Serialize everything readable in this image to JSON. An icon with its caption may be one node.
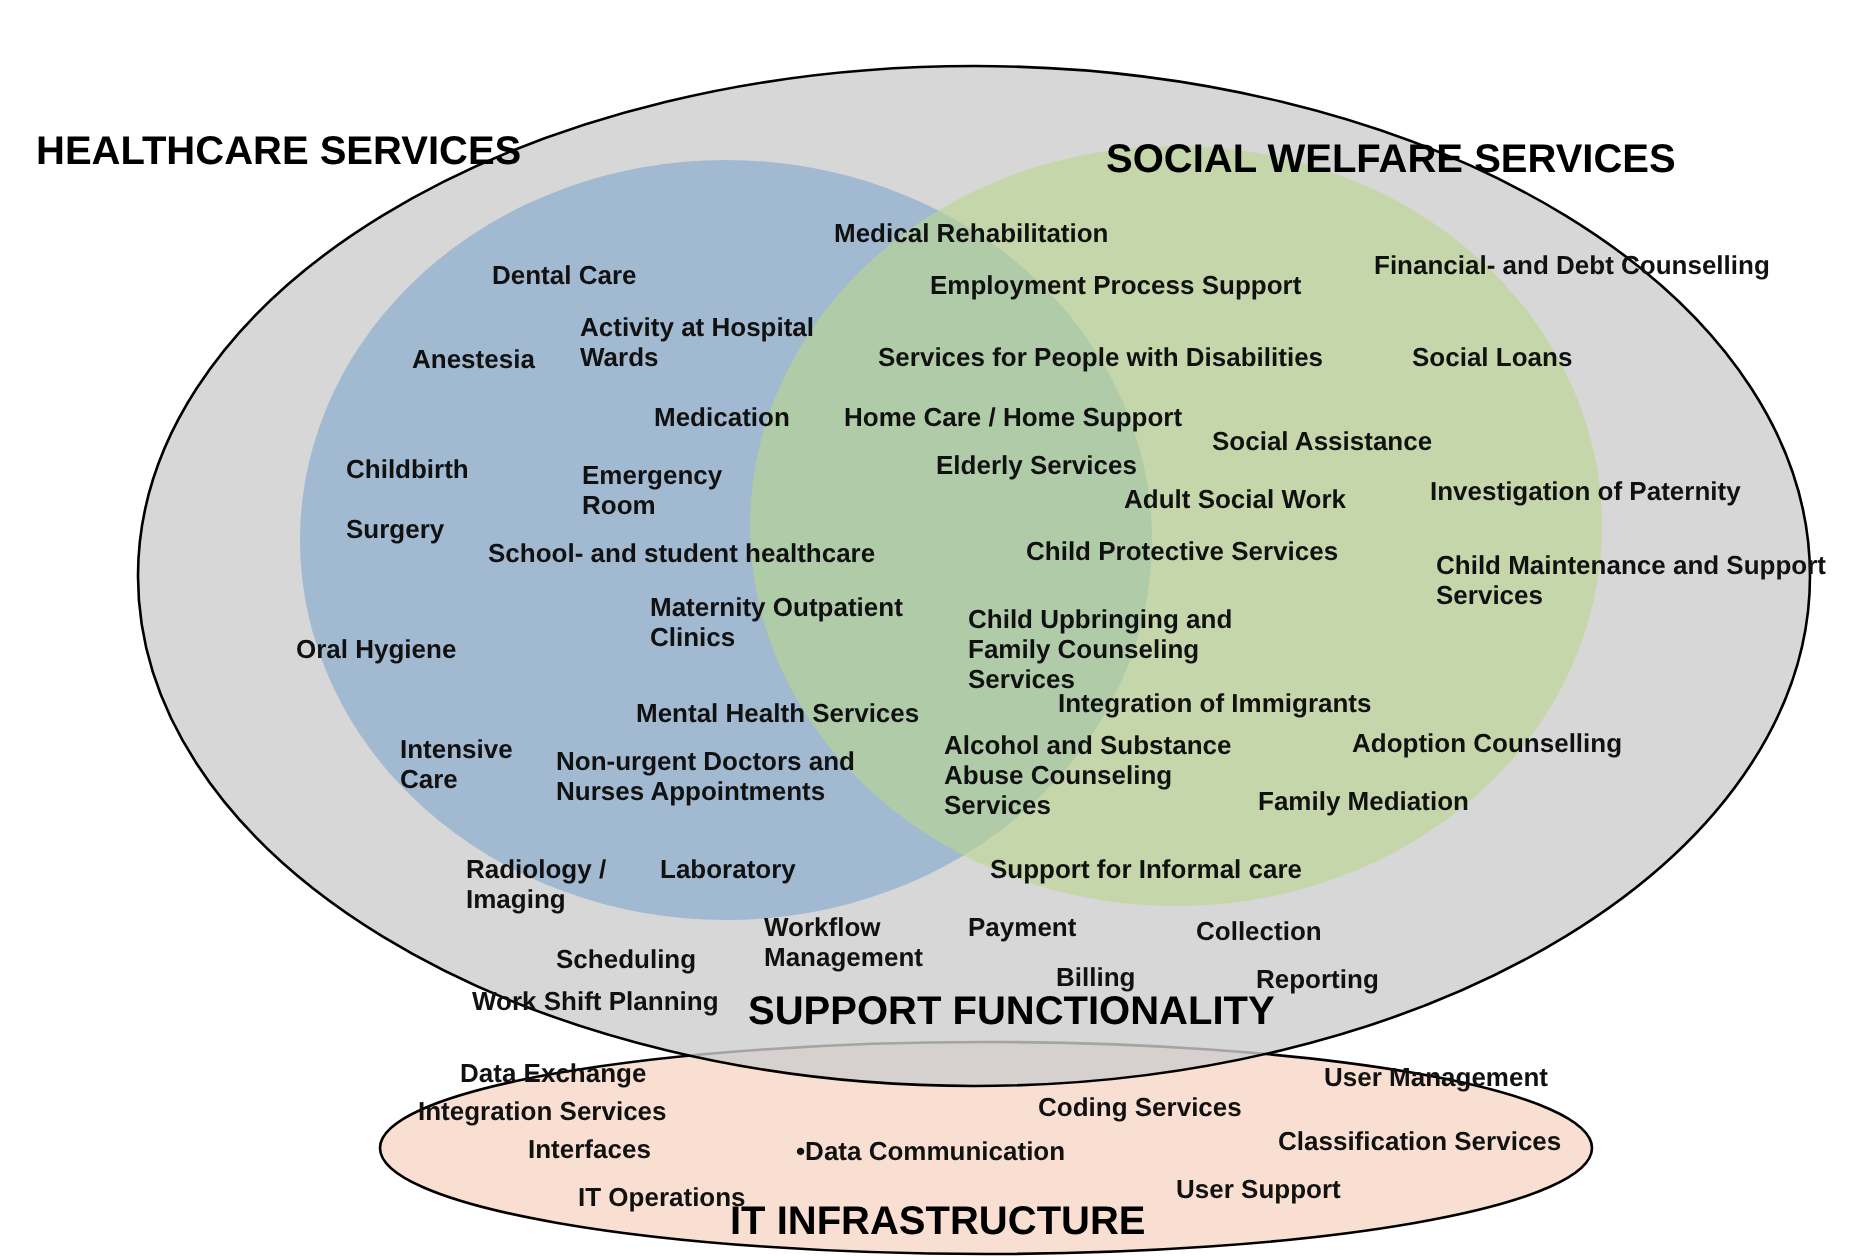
{
  "diagram": {
    "nodes": [
      {
        "text": [
          "SUPPORT FUNCTIONALITY"
        ]
      },
      {
        "text": [
          "HEALTHCARE SERVICES"
        ],
        "in": 0
      },
      {
        "text": [
          "SOCIAL WELFARE SERVICES"
        ],
        "in": 0
      },
      {
        "text": [
          "IT INFRASTRUCTURE"
        ]
      }
    ],
    "labels": [
      "Medical Rehabilitation",
      "Financial- and Debt Counselling",
      "Dental Care",
      "Employment Process Support",
      "Activity at Hospital Wards",
      "Anestesia",
      "Services for People with Disabilities",
      "Social Loans",
      "Medication",
      "Home Care / Home Support",
      "Social Assistance",
      "Childbirth",
      "Emergency Room",
      "Elderly Services",
      "Investigation of Paternity",
      "Adult Social Work",
      "Surgery",
      "School- and student healthcare",
      "Child Protective Services",
      "Child Maintenance and Support Services",
      "Maternity Outpatient Clinics",
      "Child Upbringing and Family Counseling Services",
      "Oral Hygiene",
      "Integration of Immigrants",
      "Mental Health Services",
      "Intensive Care",
      "Alcohol and Substance Abuse Counseling Services",
      "Adoption Counselling",
      "Non-urgent Doctors and Nurses Appointments",
      "Family Mediation",
      "Radiology / Imaging",
      "Laboratory",
      "Support for Informal care",
      "Workflow Management",
      "Payment",
      "Collection",
      "Scheduling",
      "Billing",
      "Reporting",
      "Work Shift Planning",
      "Data Exchange",
      "User Management",
      "Integration Services",
      "Coding Services",
      "Classification Services",
      "Interfaces",
      "•Data Communication",
      "User Support",
      "IT Operations"
    ]
  }
}
